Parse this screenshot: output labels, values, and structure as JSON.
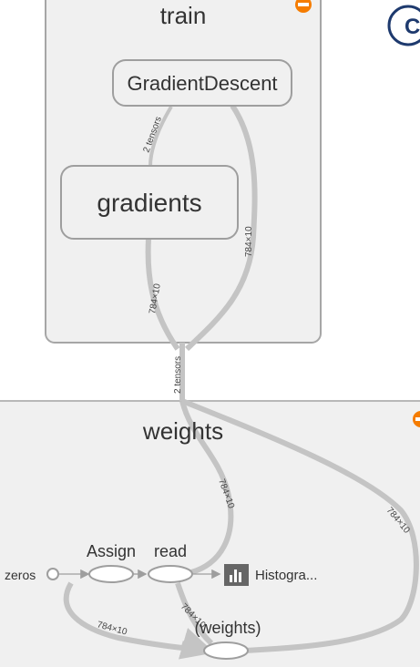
{
  "train_box": {
    "title": "train"
  },
  "gradient_descent": {
    "label": "GradientDescent"
  },
  "gradients": {
    "label": "gradients"
  },
  "weights_box": {
    "title": "weights"
  },
  "nodes": {
    "assign": "Assign",
    "read": "read",
    "zeros": "zeros",
    "histogram": "Histogra...",
    "weights_var": "(weights)"
  },
  "edge_labels": {
    "gd_to_grad": "2 tensors",
    "gd_right": "784×10",
    "grad_down": "784×10",
    "cross": "2 tensors",
    "w_center": "784×10",
    "w_right": "784×10",
    "read_down": "784×10",
    "zeros_curve": "784×10"
  },
  "panel_letter": "C",
  "icons": {
    "collapse_train": "minus-circle-icon",
    "collapse_weights": "minus-circle-icon",
    "histogram": "bar-chart-icon"
  },
  "colors": {
    "orange": "#f57c00",
    "panel_blue": "#1e3a6e",
    "edge": "#c4c4c4",
    "box_stroke": "#9e9e9e",
    "box_fill": "#f0f0f0"
  }
}
